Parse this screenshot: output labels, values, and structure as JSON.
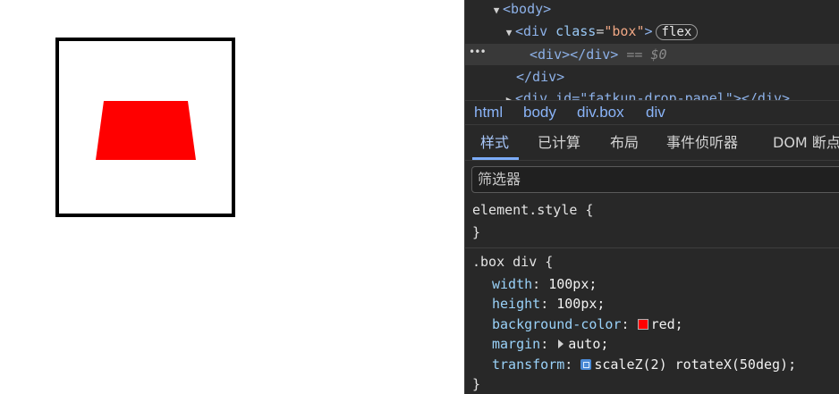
{
  "dom_tree": {
    "body_tag": "<body>",
    "div_open": "<div",
    "class_attr": "class",
    "eq": "=",
    "class_value": "\"box\"",
    "div_close_bracket": ">",
    "flex_badge": "flex",
    "selected_child": "<div></div>",
    "selected_marker": "== $0",
    "div_end": "</div>",
    "cut_line_text": "<div id=\"fatkun-drop-panel\"></div>",
    "ellipsis": "•••"
  },
  "breadcrumb": [
    "html",
    "body",
    "div.box",
    "div"
  ],
  "tabs": [
    "样式",
    "已计算",
    "布局",
    "事件侦听器",
    "DOM 断点"
  ],
  "active_tab": "样式",
  "filter": {
    "placeholder": "筛选器"
  },
  "styles": {
    "element_style_open": "element.style {",
    "close_brace": "}",
    "rule_selector": ".box div {",
    "declarations": [
      {
        "name": "width",
        "value": "100px;"
      },
      {
        "name": "height",
        "value": "100px;"
      },
      {
        "name": "background-color",
        "value": "red;",
        "swatch_color": "#ff0000"
      },
      {
        "name": "margin",
        "value": "auto;",
        "icon": "expander-triangle-icon"
      },
      {
        "name": "transform",
        "value": "scaleZ(2) rotateX(50deg);",
        "icon": "cube-icon"
      }
    ]
  },
  "preview": {
    "frame_color": "#000000",
    "shape_color": "#ff0000"
  }
}
